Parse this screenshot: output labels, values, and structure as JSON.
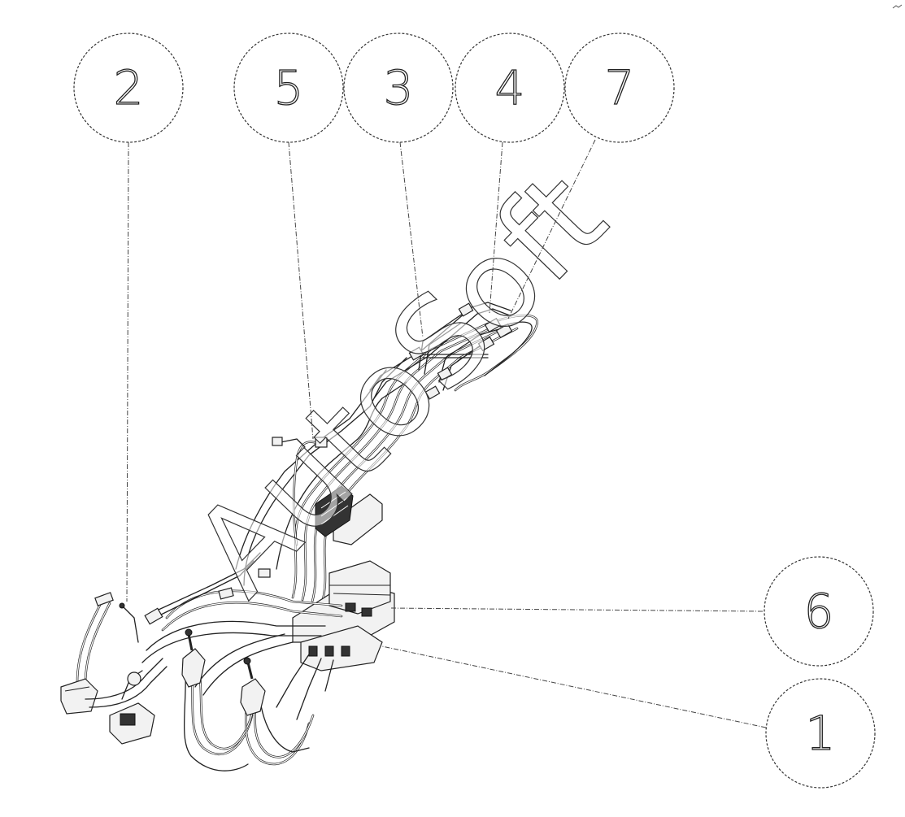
{
  "watermark": "AutoSoft",
  "callouts": [
    {
      "label": "2"
    },
    {
      "label": "5"
    },
    {
      "label": "3"
    },
    {
      "label": "4"
    },
    {
      "label": "7"
    },
    {
      "label": "6"
    },
    {
      "label": "1"
    }
  ]
}
